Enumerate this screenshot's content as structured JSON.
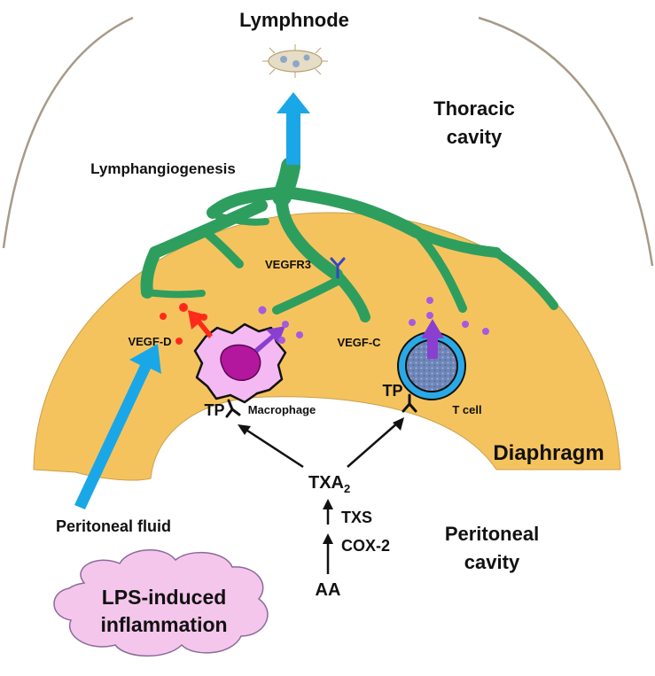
{
  "labels": {
    "lymphnode": "Lymphnode",
    "thoracic_line1": "Thoracic",
    "thoracic_line2": "cavity",
    "lymphangiogenesis": "Lymphangiogenesis",
    "vegfr3": "VEGFR3",
    "vegf_d": "VEGF-D",
    "vegf_c": "VEGF-C",
    "tp_left": "TP",
    "tp_right": "TP",
    "macrophage": "Macrophage",
    "t_cell": "T cell",
    "diaphragm": "Diaphragm",
    "txa2_main": "TXA",
    "txa2_sub": "2",
    "txs": "TXS",
    "cox2": "COX-2",
    "aa": "AA",
    "peritoneal_fluid": "Peritoneal fluid",
    "peritoneal_line1": "Peritoneal",
    "peritoneal_line2": "cavity",
    "lps_line1": "LPS-induced",
    "lps_line2": "inflammation"
  },
  "icons": {
    "lymphnode": "lymph-node-icon",
    "vessel": "lymphatic-vessel-icon",
    "receptor": "vegfr3-receptor-icon",
    "macrophage": "macrophage-icon",
    "tcell": "t-cell-icon",
    "cloud": "cloud-icon"
  },
  "colors": {
    "diaphragm": "#f5c35e",
    "vessel": "#2e9e5e",
    "blue_arrow": "#1aa7e8",
    "red": "#ff2a1a",
    "purple": "#8a3fd1",
    "macrophage_body": "#f4b9f2",
    "macrophage_nucleus": "#b3179e",
    "tcell_ring": "#2aa9e6",
    "tcell_core": "#6f86b8",
    "cloud": "#f5c6ec",
    "receptor": "#3246c8"
  }
}
